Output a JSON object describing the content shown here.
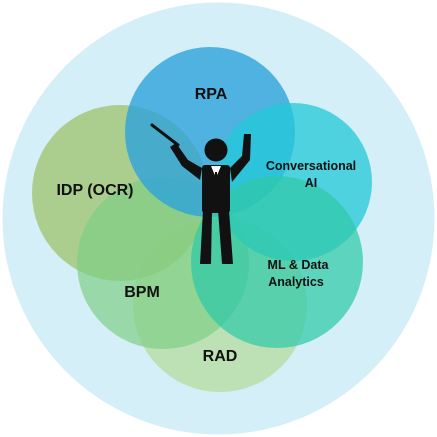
{
  "labels": {
    "rpa": "RPA",
    "conversational_ai_line1": "Conversational",
    "conversational_ai_line2": "AI",
    "idp": "IDP (OCR)",
    "ml_line1": "ML & Data",
    "ml_line2": "Analytics",
    "bpm": "BPM",
    "rad": "RAD"
  },
  "colors": {
    "background_circle": "#d5eff8",
    "rpa": "#2ea3db",
    "conversational_ai": "#22c8d8",
    "idp": "#9cc26a",
    "ml_data_analytics": "#2fc9a8",
    "bpm": "#7fcf86",
    "rad": "#b7dca2",
    "figure": "#111111"
  },
  "center_icon": "conductor-figure-icon"
}
